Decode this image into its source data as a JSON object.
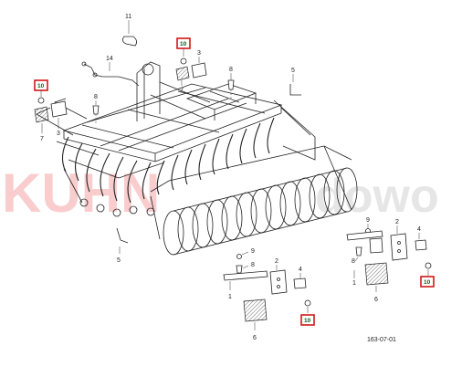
{
  "watermark": {
    "left": "KUHN",
    "right": "dowo",
    "color": "#e8383d"
  },
  "drawing_code": "163-07-01",
  "highlight_color": "#d01818",
  "callouts": {
    "c11": "11",
    "c14": "14",
    "c10_top": "10",
    "c3_top": "3",
    "c7_top": "7",
    "c8_top": "8",
    "c5_top": "5",
    "c10_left": "10",
    "c7_left": "7",
    "c3_left": "3",
    "c8_left": "8",
    "c9_bottom": "9",
    "c8_bottom": "8",
    "c2_bottom": "2",
    "c4_bottom": "4",
    "c1_bottom": "1",
    "c6_bottom": "6",
    "c10_bottom": "10",
    "c5_left": "5",
    "c9_right": "9",
    "c8_right": "8",
    "c2_right": "2",
    "c4_right": "4",
    "c1_right": "1",
    "c6_right": "6",
    "c10_right": "10"
  }
}
